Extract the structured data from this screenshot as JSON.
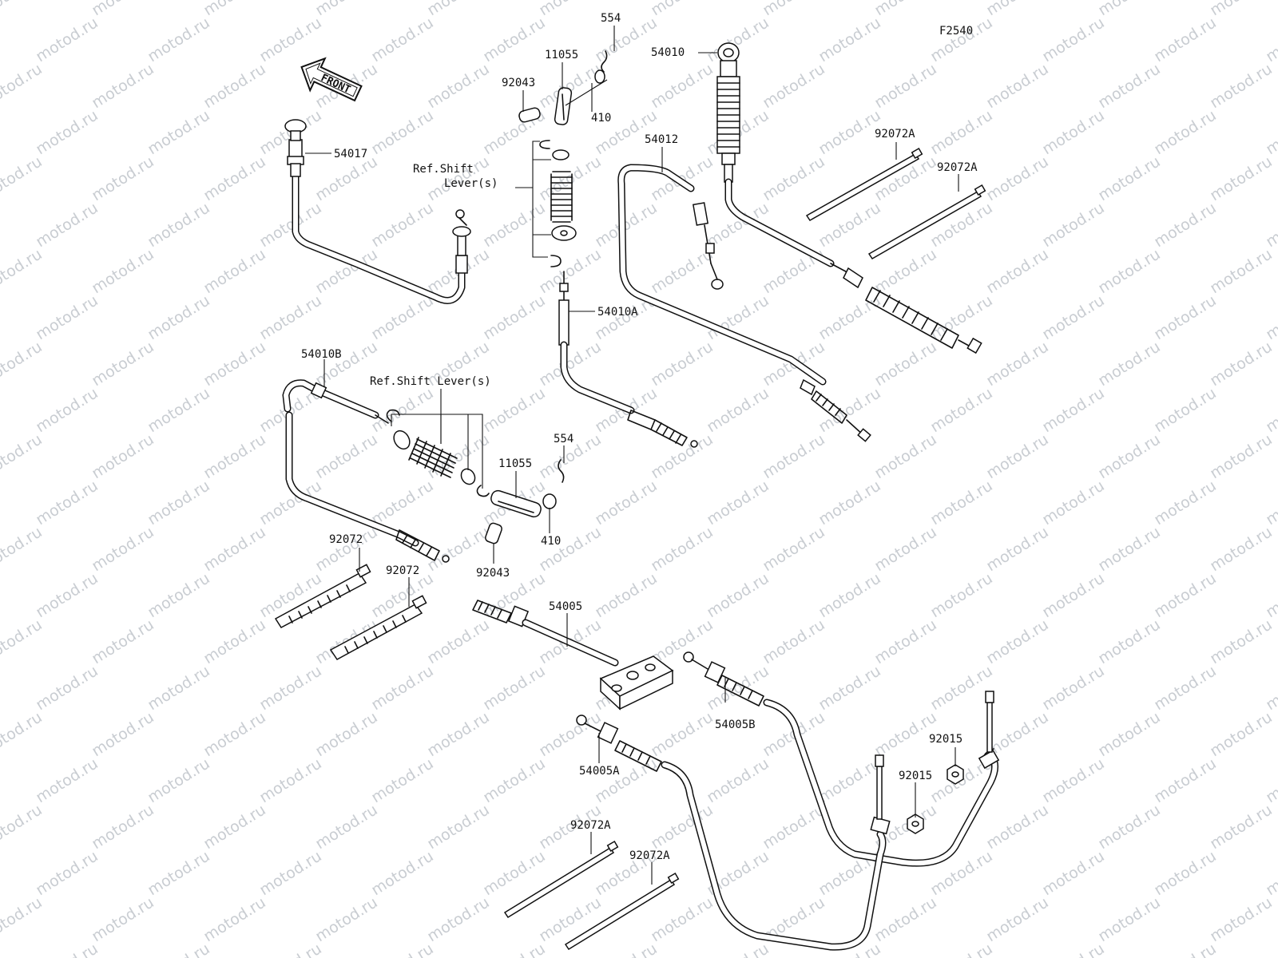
{
  "figure_code": "F2540",
  "front_label": "FRONT",
  "watermark": "motod.ru",
  "ref_labels": {
    "shift_lever_top": [
      "Ref.Shift",
      "Lever(s)"
    ],
    "shift_lever_mid": "Ref.Shift Lever(s)"
  },
  "callouts": [
    {
      "id": "c554a",
      "text": "554"
    },
    {
      "id": "c11055a",
      "text": "11055"
    },
    {
      "id": "c92043a",
      "text": "92043"
    },
    {
      "id": "c410a",
      "text": "410"
    },
    {
      "id": "c54010",
      "text": "54010"
    },
    {
      "id": "c54017",
      "text": "54017"
    },
    {
      "id": "c54012",
      "text": "54012"
    },
    {
      "id": "c92072Aa",
      "text": "92072A"
    },
    {
      "id": "c92072Ab",
      "text": "92072A"
    },
    {
      "id": "c54010A",
      "text": "54010A"
    },
    {
      "id": "c54010B",
      "text": "54010B"
    },
    {
      "id": "c554b",
      "text": "554"
    },
    {
      "id": "c11055b",
      "text": "11055"
    },
    {
      "id": "c410b",
      "text": "410"
    },
    {
      "id": "c92043b",
      "text": "92043"
    },
    {
      "id": "c92072a",
      "text": "92072"
    },
    {
      "id": "c92072b",
      "text": "92072"
    },
    {
      "id": "c54005",
      "text": "54005"
    },
    {
      "id": "c54005B",
      "text": "54005B"
    },
    {
      "id": "c54005A",
      "text": "54005A"
    },
    {
      "id": "c92015a",
      "text": "92015"
    },
    {
      "id": "c92015b",
      "text": "92015"
    },
    {
      "id": "c92072Ac",
      "text": "92072A"
    },
    {
      "id": "c92072Ad",
      "text": "92072A"
    }
  ]
}
